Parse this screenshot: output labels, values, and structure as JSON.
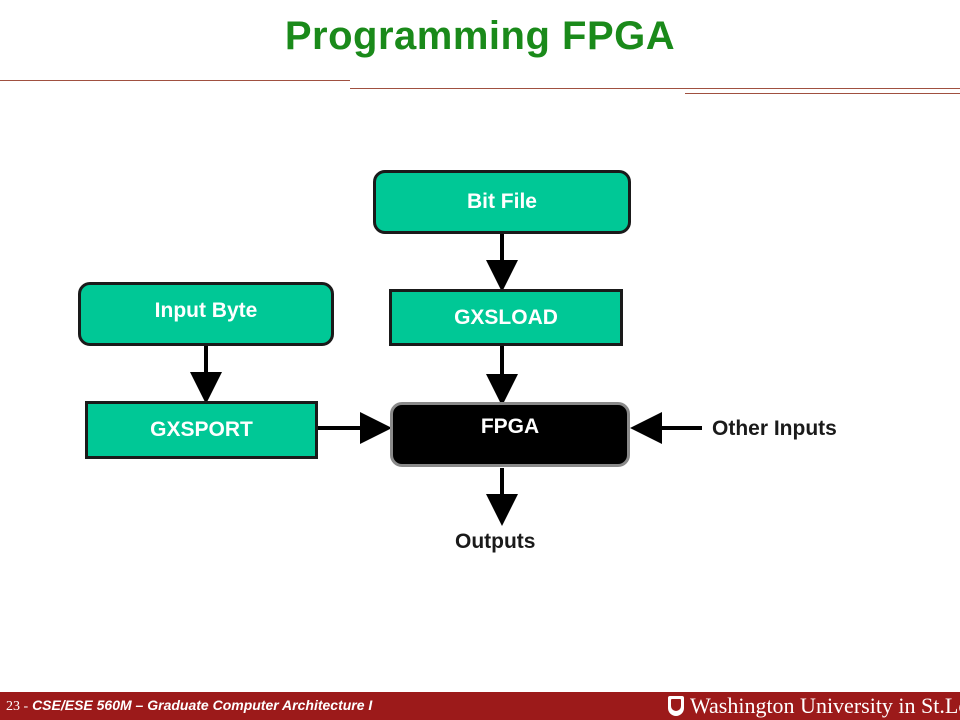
{
  "slide": {
    "title": "Programming FPGA"
  },
  "diagram": {
    "nodes": {
      "bit_file": "Bit File",
      "gxsload": "GXSLOAD",
      "input_byte": "Input Byte",
      "gxsport": "GXSPORT",
      "fpga": "FPGA"
    },
    "labels": {
      "other_inputs": "Other Inputs",
      "outputs": "Outputs"
    }
  },
  "footer": {
    "page_number": "23 -",
    "course": "CSE/ESE 560M – Graduate Computer Architecture I",
    "university": "Washington University in St.Louis"
  },
  "colors": {
    "title": "#1a8a1a",
    "box_fill": "#00c896",
    "fpga_fill": "#000000",
    "footer_bar": "#9c1a1a"
  }
}
